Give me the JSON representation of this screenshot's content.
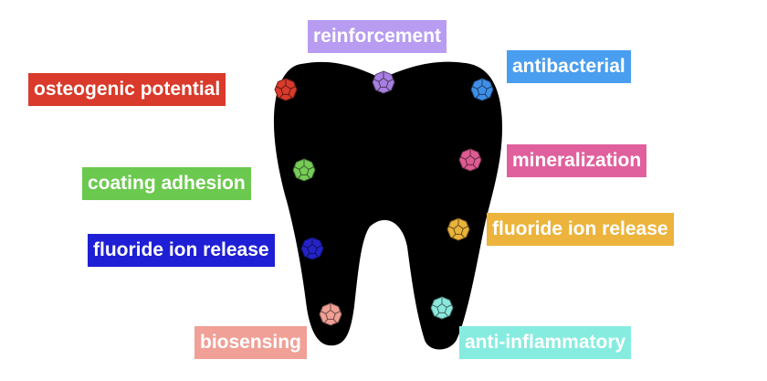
{
  "labels": {
    "reinforcement": {
      "text": "reinforcement",
      "color": "#b79cf2"
    },
    "antibacterial": {
      "text": "antibacterial",
      "color": "#4a9ef0"
    },
    "osteogenic": {
      "text": "osteogenic potential",
      "color": "#d93a2b"
    },
    "mineralization": {
      "text": "mineralization",
      "color": "#e0609d"
    },
    "coating": {
      "text": "coating adhesion",
      "color": "#6cc94f"
    },
    "fluoride_right": {
      "text": "fluoride ion release",
      "color": "#ecb43c"
    },
    "fluoride_left": {
      "text": "fluoride ion release",
      "color": "#1f1fd6"
    },
    "biosensing": {
      "text": "biosensing",
      "color": "#f0a096"
    },
    "antiinflammatory": {
      "text": "anti-inflammatory",
      "color": "#86ecdf"
    }
  },
  "particles": [
    {
      "name": "reinforcement-particle",
      "color": "#a77fe0"
    },
    {
      "name": "antibacterial-particle",
      "color": "#3f8fe8"
    },
    {
      "name": "osteogenic-particle",
      "color": "#d83a2c"
    },
    {
      "name": "mineralization-particle",
      "color": "#dd5b92"
    },
    {
      "name": "coating-particle",
      "color": "#77cc58"
    },
    {
      "name": "fluoride-right-particle",
      "color": "#eab33a"
    },
    {
      "name": "fluoride-left-particle",
      "color": "#2323c8"
    },
    {
      "name": "biosensing-particle",
      "color": "#f0a094"
    },
    {
      "name": "antiinflammatory-particle",
      "color": "#8be8dc"
    }
  ],
  "tooth_color": "#000000"
}
